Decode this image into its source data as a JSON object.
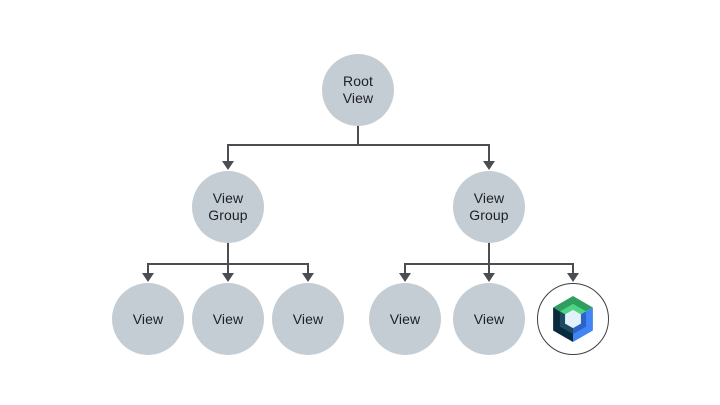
{
  "diagram": {
    "description": "View hierarchy tree diagram",
    "colors": {
      "node_fill": "#c3cdd3",
      "line": "#4a4e53",
      "text": "#1d2023",
      "compose_ring": "#3c4043",
      "compose_green_outer": "#2f9e5f",
      "compose_green_inner": "#4ed483",
      "compose_blue_outer": "#4285f4",
      "compose_blue_inner": "#2d62c9",
      "compose_navy_outer": "#072b3c",
      "compose_navy_inner": "#1d4a61",
      "compose_center": "#e3f1fa"
    },
    "nodes": {
      "root": {
        "label": "Root\nView"
      },
      "group_left": {
        "label": "View\nGroup"
      },
      "group_right": {
        "label": "View\nGroup"
      },
      "view_1": {
        "label": "View"
      },
      "view_2": {
        "label": "View"
      },
      "view_3": {
        "label": "View"
      },
      "view_4": {
        "label": "View"
      },
      "view_5": {
        "label": "View"
      },
      "compose": {
        "icon": "jetpack-compose-icon"
      }
    }
  }
}
